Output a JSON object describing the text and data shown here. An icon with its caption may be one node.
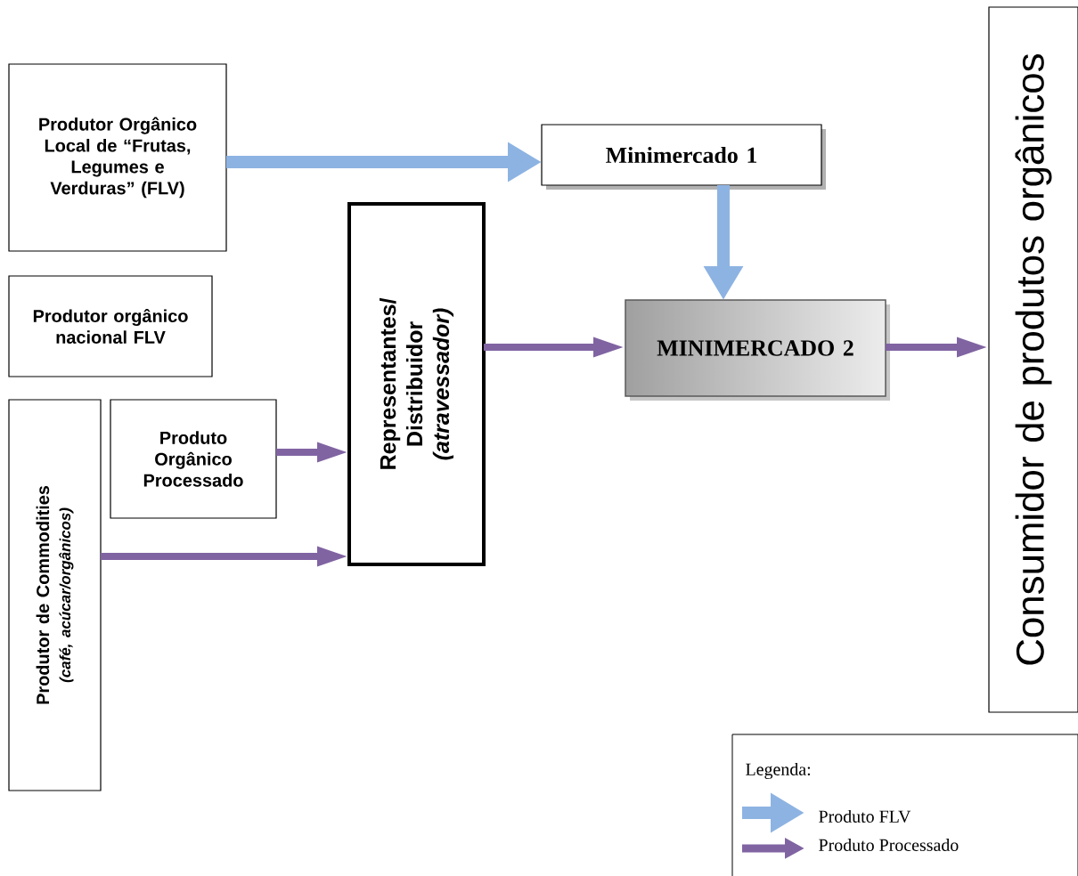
{
  "diagram": {
    "nodes": [
      {
        "text": [
          "Produtor Orgânico Local de “Frutas, Legumes  e Verduras” (FLV)"
        ]
      },
      {
        "text": [
          "Produtor orgânico nacional FLV"
        ]
      },
      {
        "text": [
          "Produtor de Commodities",
          "(café, acúcar/orgânicos)"
        ]
      },
      {
        "text": [
          "Produto Orgânico Processado"
        ]
      },
      {
        "text": [
          "Representantes/ Distribuidor",
          "(atravessador)"
        ]
      },
      {
        "text": [
          "Minimercado 1"
        ]
      },
      {
        "text": [
          "MINIMERCADO 2"
        ]
      },
      {
        "text": [
          "Consumidor de produtos orgânicos"
        ]
      }
    ],
    "edges": [
      {
        "from": 0,
        "to": 5,
        "arrow": "to",
        "color": "#8db3e2"
      },
      {
        "from": 5,
        "to": 6,
        "arrow": "to",
        "color": "#8db3e2"
      },
      {
        "from": 4,
        "to": 6,
        "arrow": "to"
      },
      {
        "from": 6,
        "to": 7,
        "arrow": "to"
      },
      {
        "from": 3,
        "to": 4,
        "arrow": "to"
      },
      {
        "from": 2,
        "to": 4,
        "arrow": "to"
      }
    ],
    "labels": [
      "Legenda:"
    ],
    "legend": [
      {
        "text": "Produto FLV",
        "color": "#8db3e2"
      },
      {
        "text": "Produto Processado",
        "color": "#8064a2"
      }
    ]
  }
}
